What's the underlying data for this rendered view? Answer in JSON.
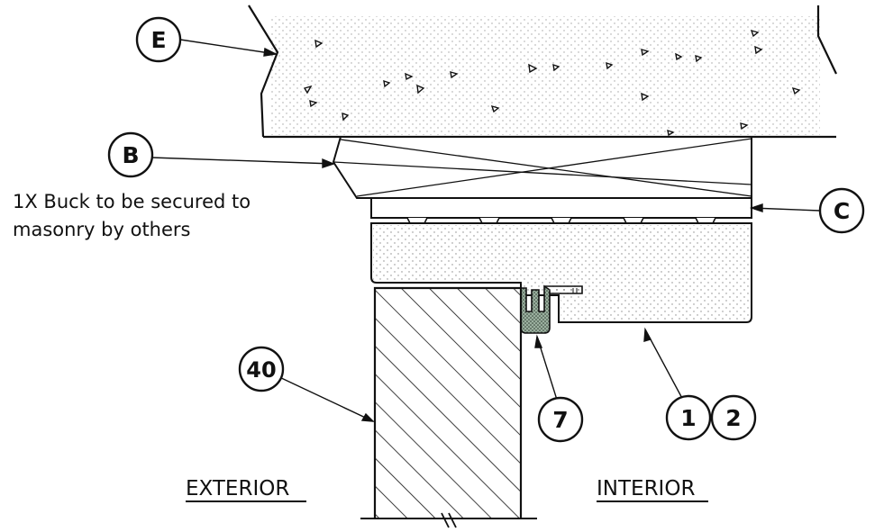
{
  "callouts": {
    "e": "E",
    "b": "B",
    "c": "C",
    "n40": "40",
    "n7": "7",
    "n1": "1",
    "n2": "2"
  },
  "note": {
    "line1": "1X Buck to be secured to",
    "line2": "masonry by others"
  },
  "side_labels": {
    "exterior": "EXTERIOR",
    "interior": "INTERIOR"
  },
  "colors": {
    "ink": "#111111",
    "seal_fill": "#8fa694",
    "paper": "#ffffff"
  }
}
